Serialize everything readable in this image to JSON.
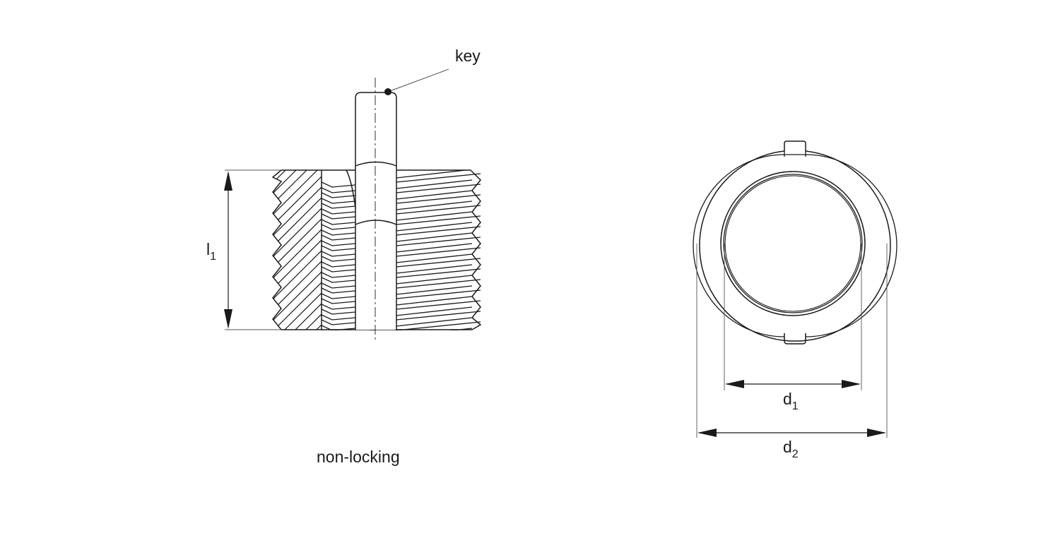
{
  "labels": {
    "key": "key",
    "l_main": "l",
    "l_sub": "1",
    "d1_main": "d",
    "d1_sub": "1",
    "d2_main": "d",
    "d2_sub": "2",
    "caption": "non-locking"
  },
  "colors": {
    "line": "#1a1a1a",
    "thin": "#555555",
    "background": "#ffffff"
  }
}
